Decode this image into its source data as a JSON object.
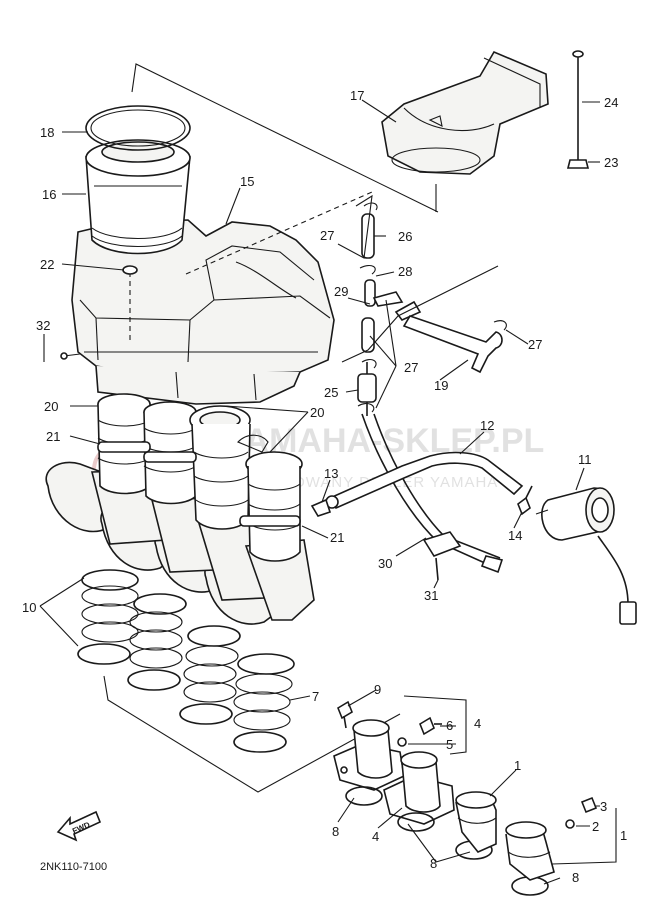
{
  "diagram_code": "2NK110-7100",
  "fwd_label": "FWD",
  "watermark": {
    "main": "YAMAHA-SKLEP.PL",
    "sub": "AUTORYZOWANY DEALER YAMAHA"
  },
  "callouts": {
    "c1a": "1",
    "c1b": "1",
    "c2": "2",
    "c3": "3",
    "c4a": "4",
    "c4b": "4",
    "c5": "5",
    "c6": "6",
    "c7": "7",
    "c8a": "8",
    "c8b": "8",
    "c8c": "8",
    "c9": "9",
    "c10": "10",
    "c11": "11",
    "c12": "12",
    "c13": "13",
    "c14": "14",
    "c15": "15",
    "c16": "16",
    "c17": "17",
    "c18": "18",
    "c19": "19",
    "c20a": "20",
    "c20b": "20",
    "c21a": "21",
    "c21b": "21",
    "c22": "22",
    "c23": "23",
    "c24": "24",
    "c25": "25",
    "c26": "26",
    "c27a": "27",
    "c27b": "27",
    "c27c": "27",
    "c28": "28",
    "c29": "29",
    "c30": "30",
    "c31": "31",
    "c32": "32"
  },
  "colors": {
    "line": "#1a1a1a",
    "paper": "#ffffff",
    "watermark": "#c9c9c9",
    "watermark_logo": "#d8a0a0"
  }
}
